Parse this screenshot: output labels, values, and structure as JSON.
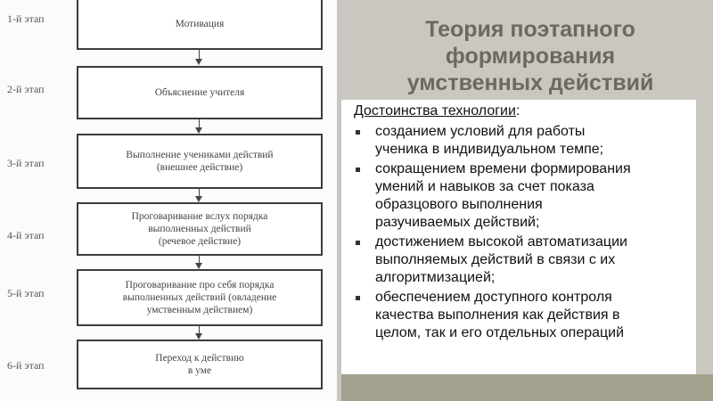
{
  "title_lines": [
    "Теория поэтапного",
    "формирования",
    "умственных действий"
  ],
  "advantages": {
    "heading": "Достоинства технологии",
    "colon": ":",
    "items": [
      "созданием условий для работы\nученика в индивидуальном темпе;",
      "сокращением времени формирования\nумений и навыков за счет показа\nобразцового выполнения\nразучиваемых действий;",
      "достижением высокой автоматизации\nвыполняемых действий в связи с их\nалгоритмизацией;",
      "обеспечением доступного контроля\nкачества выполнения как действия в\nцелом, так и его отдельных операций"
    ]
  },
  "diagram": {
    "stages": [
      {
        "label": "1-й этап",
        "text": "Мотивация"
      },
      {
        "label": "2-й этап",
        "text": "Объяснение учителя"
      },
      {
        "label": "3-й этап",
        "text": "Выполнение учениками действий\n(внешнее действие)"
      },
      {
        "label": "4-й этап",
        "text": "Проговаривание вслух порядка\nвыполненных действий\n(речевое действие)"
      },
      {
        "label": "5-й этап",
        "text": "Проговаривание про себя порядка\nвыполненных действий (овладение\nумственным действием)"
      },
      {
        "label": "6-й этап",
        "text": "Переход к действию\nв уме"
      }
    ]
  },
  "colors": {
    "background": "#c9c7bf",
    "title": "#6e6960",
    "bottom_bar": "#a3a28f"
  }
}
